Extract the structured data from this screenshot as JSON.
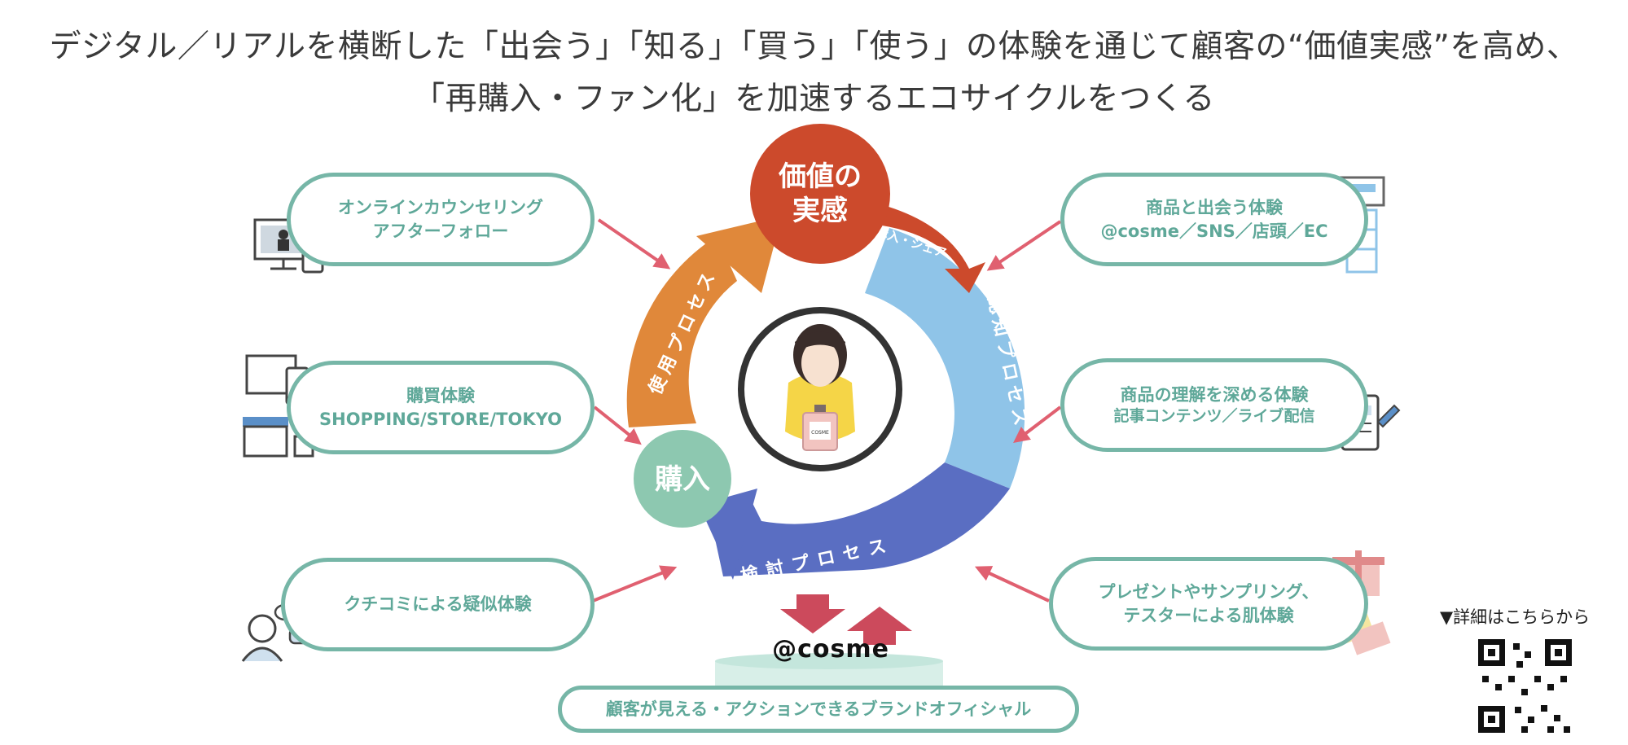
{
  "header": {
    "line1": "デジタル／リアルを横断した「出会う」「知る」「買う」「使う」の体験を通じて顧客の“価値実感”を高め、",
    "line2": "「再購入・ファン化」を加速するエコサイクルをつくる"
  },
  "cycle": {
    "value_line1": "価値の",
    "value_line2": "実感",
    "purchase": "購入",
    "awareness": "認知プロセス",
    "consideration": "検討プロセス",
    "usage": "使用プロセス",
    "repurchase": "再購入・シェア",
    "bottle_label": "COSME"
  },
  "experiences": {
    "online_line1": "オンラインカウンセリング",
    "online_line2": "アフターフォロー",
    "shopping_line1": "購買体験",
    "shopping_line2": "SHOPPING/STORE/TOKYO",
    "kuchikomi": "クチコミによる疑似体験",
    "meet_line1": "商品と出会う体験",
    "meet_line2": "@cosme／SNS／店頭／EC",
    "understand_line1": "商品の理解を深める体験",
    "understand_line2": "記事コンテンツ／ライブ配信",
    "present_line1": "プレゼントやサンプリング、",
    "present_line2": "テスターによる肌体験"
  },
  "platform": {
    "logo": "@cosme",
    "brand_official": "顧客が見える・アクションできるブランドオフィシャル"
  },
  "qr": {
    "label": "▼詳細はこちらから"
  },
  "colors": {
    "orange": "#e0883a",
    "red": "#cc4a2c",
    "light_blue": "#8fc4e8",
    "dark_blue": "#5a6ec2",
    "green": "#8dc8b0",
    "pill_border": "#76b6a7",
    "pink_arrow": "#e06070"
  }
}
